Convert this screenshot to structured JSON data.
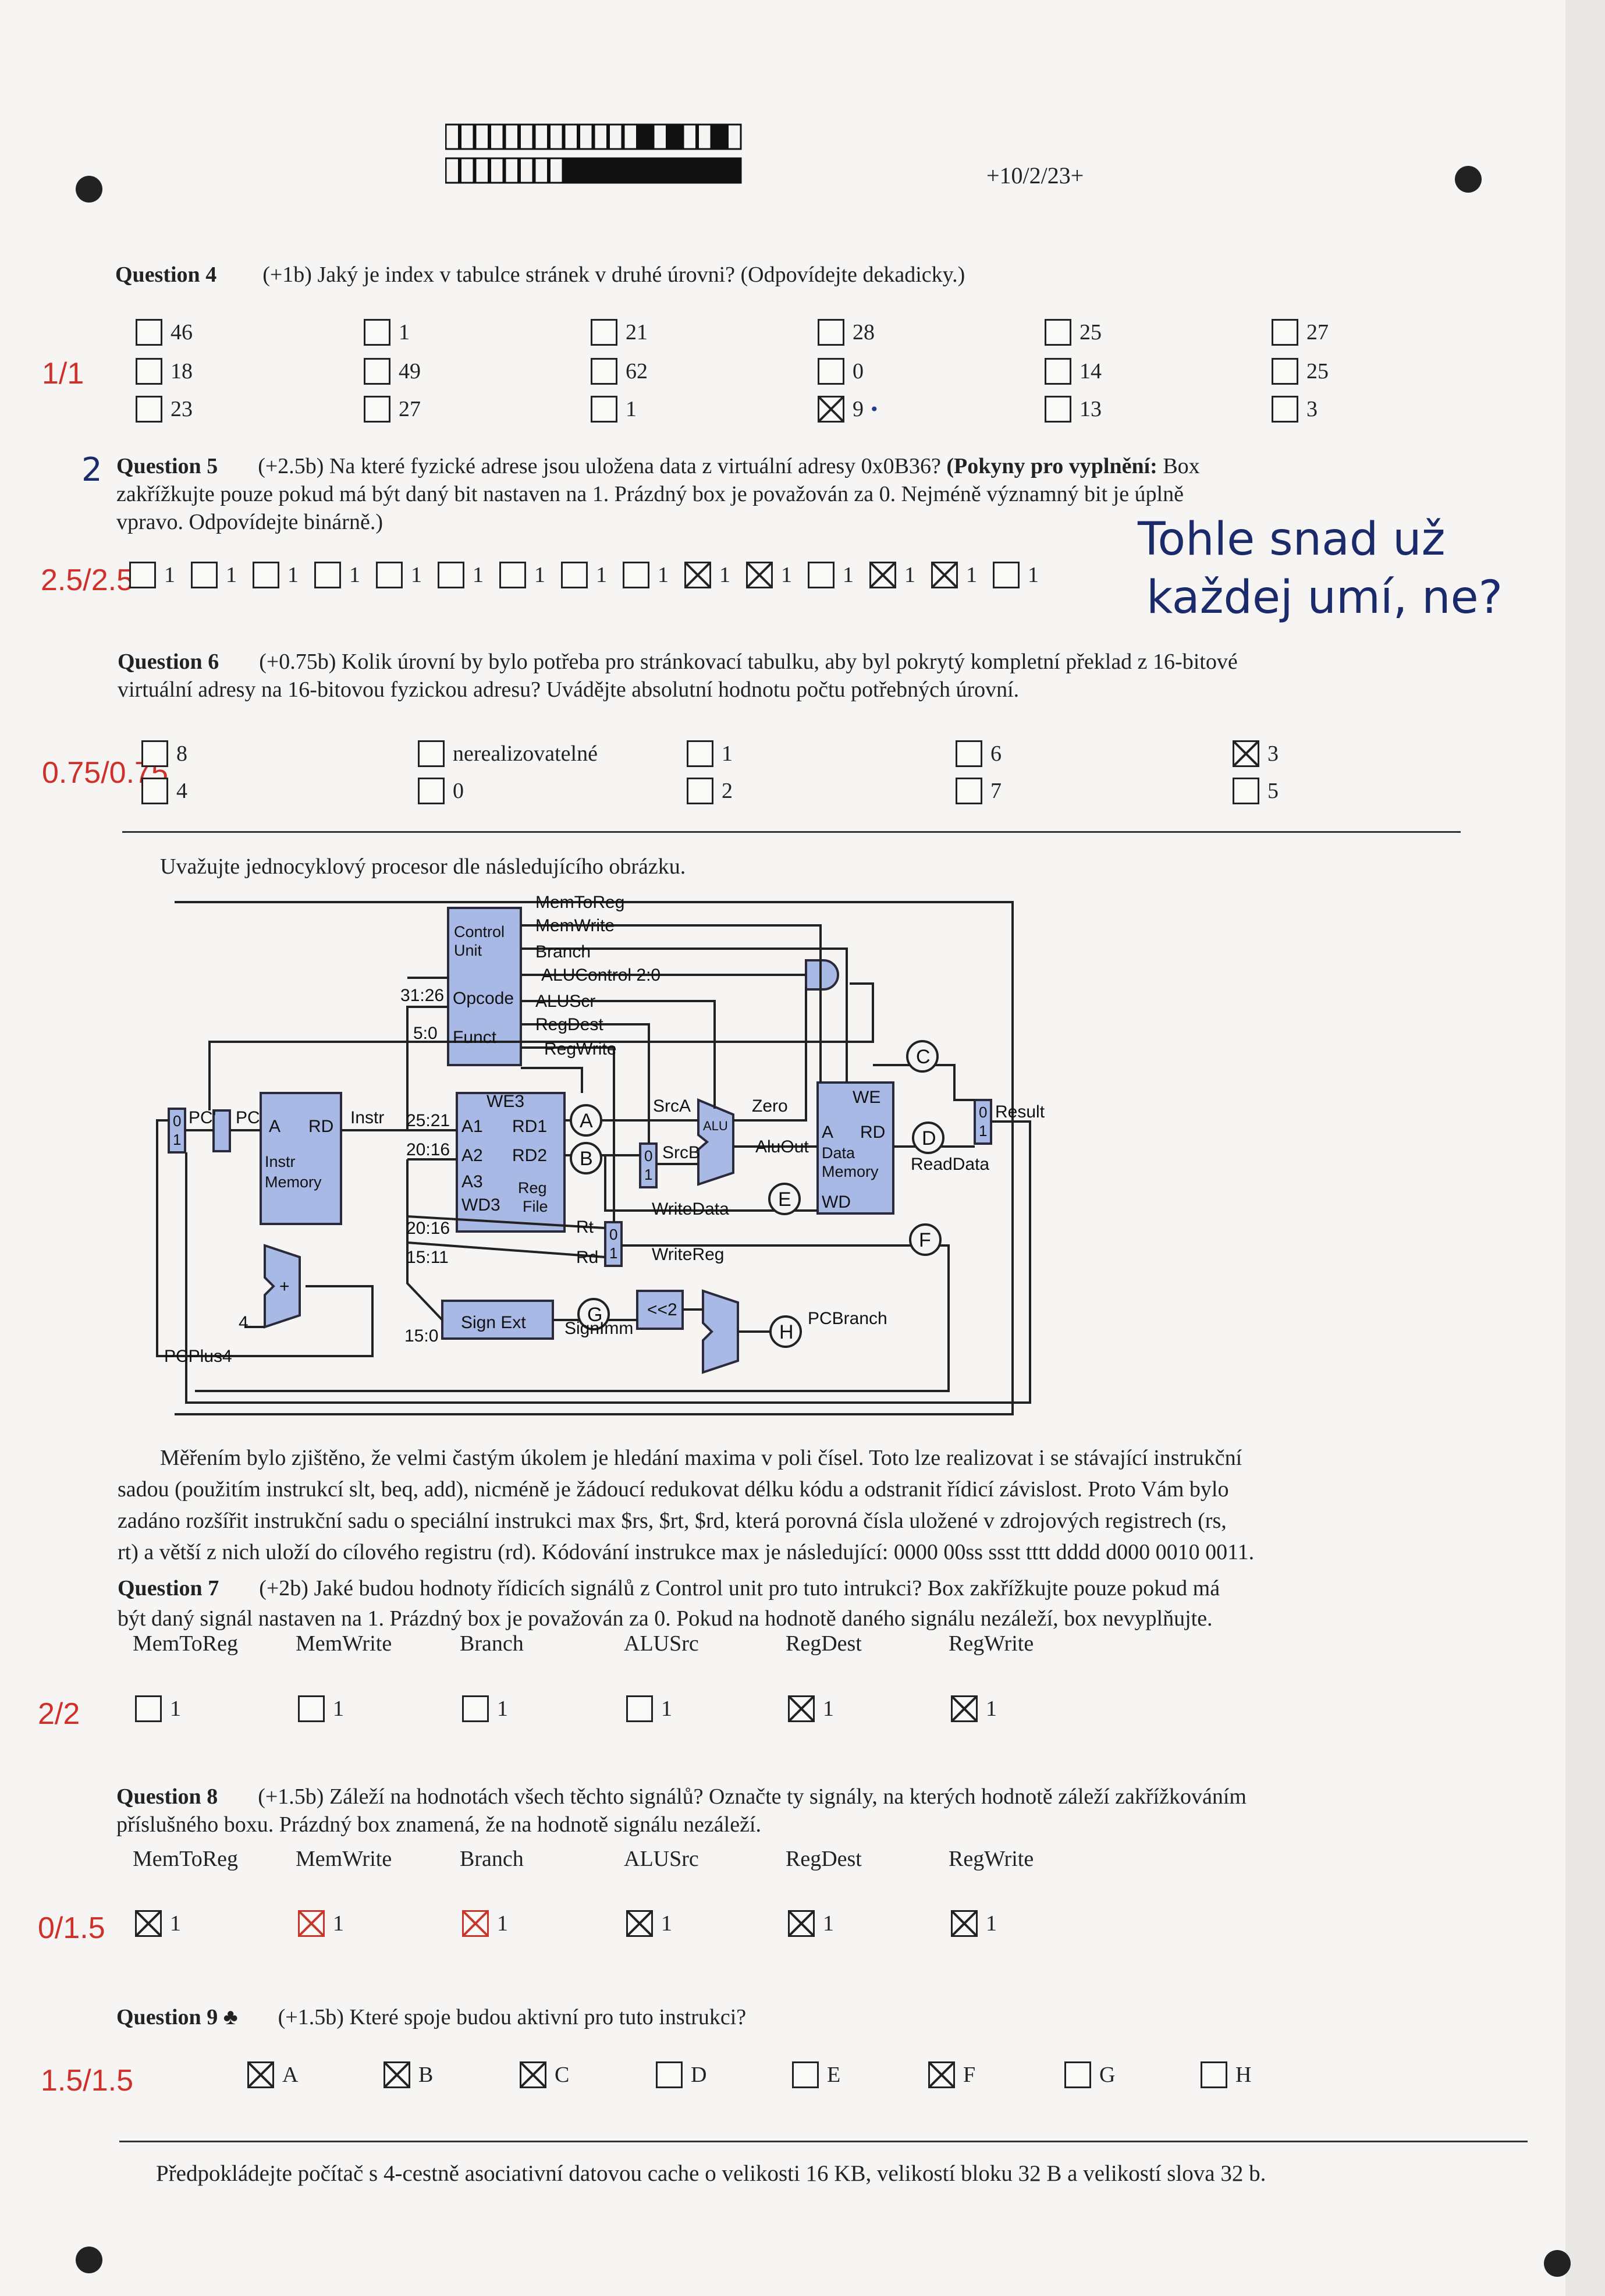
{
  "header": {
    "page_code": "+10/2/23+"
  },
  "q4": {
    "title": "Question 4",
    "text": "(+1b) Jaký je index v tabulce stránek v druhé úrovni? (Odpovídejte dekadicky.)",
    "score": "1/1",
    "options": [
      [
        "46",
        "18",
        "23"
      ],
      [
        "1",
        "49",
        "27"
      ],
      [
        "21",
        "62",
        "1"
      ],
      [
        "28",
        "0",
        "9"
      ],
      [
        "25",
        "14",
        "13"
      ],
      [
        "27",
        "25",
        "3"
      ]
    ],
    "checked": "9"
  },
  "q5": {
    "title": "Question 5",
    "text1": "(+2.5b) Na které fyzické adrese jsou uložena data z virtuální adresy 0x0B36?",
    "text1b": "(Pokyny pro vyplnění:",
    "text1c": "Box",
    "text2": "zakřížkujte pouze pokud má být daný bit nastaven na 1. Prázdný box je považován za 0. Nejméně významný bit je úplně",
    "text3": "vpravo. Odpovídejte binárně.)",
    "score": "2.5/2.5",
    "bit_label": "1",
    "bits": [
      0,
      0,
      0,
      0,
      0,
      0,
      0,
      0,
      0,
      1,
      1,
      0,
      1,
      1,
      0
    ],
    "note_line1": "Tohle snad už",
    "note_line2": "každej umí, ne?"
  },
  "q6": {
    "title": "Question 6",
    "text1": "(+0.75b) Kolik úrovní by bylo potřeba pro stránkovací tabulku, aby byl pokrytý kompletní překlad z 16-bitové",
    "text2": "virtuální adresy na 16-bitovou fyzickou adresu? Uvádějte absolutní hodnotu počtu potřebných úrovní.",
    "score": "0.75/0.75",
    "options": [
      [
        "8",
        "4"
      ],
      [
        "nerealizovatelné",
        "0"
      ],
      [
        "1",
        "2"
      ],
      [
        "6",
        "7"
      ],
      [
        "3",
        "5"
      ]
    ],
    "checked": "3"
  },
  "diagram": {
    "intro": "Uvažujte jednocyklový procesor dle následujícího obrázku.",
    "labels": {
      "memtoreg": "MemToReg",
      "memwrite": "MemWrite",
      "branch": "Branch",
      "aluctrl": "ALUControl 2:0",
      "aluscr": "ALUScr",
      "regdest": "RegDest",
      "regwrite": "RegWrite",
      "control": "Control",
      "unit": "Unit",
      "opcode": "Opcode",
      "funct": "Funct",
      "b3126": "31:26",
      "b50": "5:0",
      "b2521": "25:21",
      "b2016": "20:16",
      "b2016b": "20:16",
      "b1511": "15:11",
      "b150": "15:0",
      "pcp": "PC'",
      "pc": "PC",
      "instr": "Instr",
      "a": "A",
      "rd": "RD",
      "instrmem1": "Instr",
      "instrmem2": "Memory",
      "we3": "WE3",
      "a1": "A1",
      "a2": "A2",
      "a3": "A3",
      "wd3": "WD3",
      "rd1": "RD1",
      "rd2": "RD2",
      "reg": "Reg",
      "file": "File",
      "srca": "SrcA",
      "srcb": "SrcB",
      "alu": "ALU",
      "zero": "Zero",
      "aluout": "AluOut",
      "we": "WE",
      "dma": "A",
      "dmrd": "RD",
      "data": "Data",
      "memory": "Memory",
      "wd": "WD",
      "readdata": "ReadData",
      "result": "Result",
      "writedata": "WriteData",
      "writereg": "WriteReg",
      "rt": "Rt",
      "rdr": "Rd",
      "signext": "Sign Ext",
      "signimm": "SignImm",
      "shl2": "<<2",
      "pcbranch": "PCBranch",
      "pcplus4": "PCPlus4",
      "four": "4",
      "plus": "+",
      "m0": "0",
      "m1": "1",
      "cA": "A",
      "cB": "B",
      "cC": "C",
      "cD": "D",
      "cE": "E",
      "cF": "F",
      "cG": "G",
      "cH": "H"
    }
  },
  "body_text": {
    "l1": "Měřením bylo zjištěno, že velmi častým úkolem je hledání maxima v poli čísel. Toto lze realizovat i se stávající instrukční",
    "l2": "sadou (použitím instrukcí slt, beq, add), nicméně je žádoucí redukovat délku kódu a odstranit řídicí závislost. Proto Vám bylo",
    "l3": "zadáno rozšířit instrukční sadu o speciální instrukci max $rs, $rt, $rd, která porovná čísla uložené v zdrojových registrech (rs,",
    "l4": "rt) a větší z nich uloží do cílového registru (rd). Kódování instrukce max je následující: 0000 00ss ssst tttt dddd d000 0010 0011."
  },
  "q7": {
    "title": "Question 7",
    "text1": "(+2b) Jaké budou hodnoty řídicích signálů z Control unit pro tuto intrukci? Box zakřížkujte pouze pokud má",
    "text2": "být daný signál nastaven na 1. Prázdný box je považován za 0. Pokud na hodnotě daného signálu nezáleží, box nevyplňujte.",
    "score": "2/2",
    "signals": [
      "MemToReg",
      "MemWrite",
      "Branch",
      "ALUSrc",
      "RegDest",
      "RegWrite"
    ],
    "box_label": "1",
    "checked": [
      0,
      0,
      0,
      0,
      1,
      1
    ]
  },
  "q8": {
    "title": "Question 8",
    "text1": "(+1.5b) Záleží na hodnotách všech těchto signálů? Označte ty signály, na kterých hodnotě záleží zakřížkováním",
    "text2": "příslušného boxu. Prázdný box znamená, že na hodnotě signálu nezáleží.",
    "score": "0/1.5",
    "signals": [
      "MemToReg",
      "MemWrite",
      "Branch",
      "ALUSrc",
      "RegDest",
      "RegWrite"
    ],
    "box_label": "1",
    "checked": [
      1,
      1,
      1,
      1,
      1,
      1
    ]
  },
  "q9": {
    "title": "Question 9 ♣",
    "text": "(+1.5b) Které spoje budou aktivní pro tuto instrukci?",
    "score": "1.5/1.5",
    "options": [
      "A",
      "B",
      "C",
      "D",
      "E",
      "F",
      "G",
      "H"
    ],
    "checked": [
      1,
      1,
      1,
      0,
      0,
      1,
      0,
      0
    ]
  },
  "footer": {
    "text": "Předpokládejte počítač s 4-cestně asociativní datovou cache o velikosti 16 KB, velikostí bloku 32 B a velikostí slova 32 b."
  },
  "colors": {
    "score_red": "#d0302a",
    "diagram_blue": "#a9b9e6",
    "ink_blue": "#1a2a6a"
  }
}
